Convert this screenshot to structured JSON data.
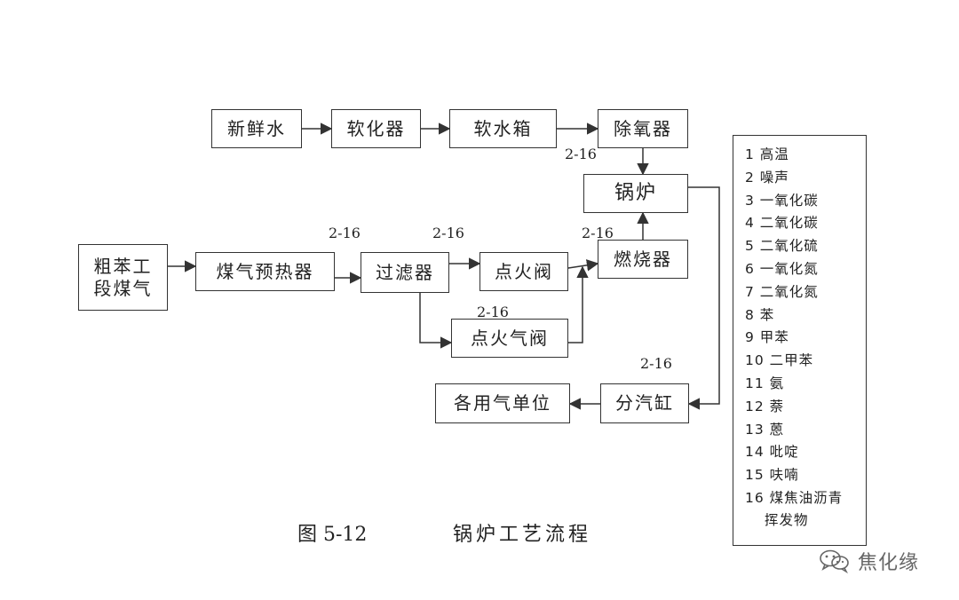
{
  "nodes": {
    "fresh_water": "新鲜水",
    "softener": "软化器",
    "soft_water_tank": "软水箱",
    "deaerator": "除氧器",
    "boiler": "锅炉",
    "crude_benzene_gas": [
      "粗苯工",
      "段煤气"
    ],
    "gas_preheater": "煤气预热器",
    "filter": "过滤器",
    "ignition_valve": "点火阀",
    "ignition_gas_valve": "点火气阀",
    "burner": "燃烧器",
    "gas_users": "各用气单位",
    "steam_header": "分汽缸"
  },
  "hazard_labels": {
    "deaerator": "2-16",
    "gas_preheater": "2-16",
    "filter": "2-16",
    "ignition_valve": "2-16",
    "ignition_gas_valve": "2-16",
    "steam_header": "2-16"
  },
  "legend": {
    "items": [
      "1 高温",
      "2  噪声",
      "3 一氧化碳",
      "4 二氧化碳",
      "5 二氧化硫",
      "6 一氧化氮",
      "7 二氧化氮",
      "8 苯",
      "9 甲苯",
      "10  二甲苯",
      "11 氨",
      "12 萘",
      "13 蒽",
      "14 吡啶",
      "15 呋喃",
      "16 煤焦油沥青"
    ],
    "item_16_cont": "挥发物"
  },
  "caption": {
    "figure_number": "图 5-12",
    "title": "锅炉工艺流程"
  },
  "watermark": {
    "text": "焦化缘",
    "icon": "wechat-icon"
  },
  "colors": {
    "line": "#333333",
    "watermark": "#666666"
  }
}
